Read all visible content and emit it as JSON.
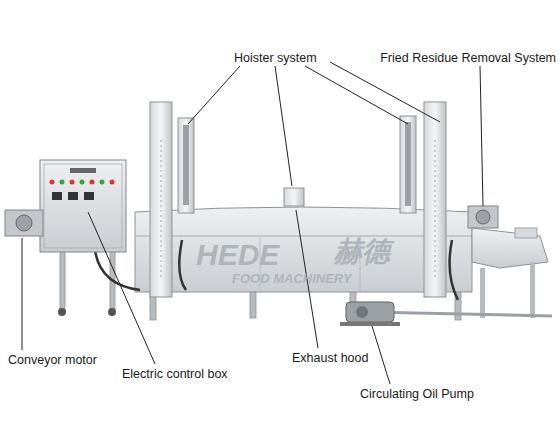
{
  "diagram": {
    "labels": [
      "Hoister system",
      "Fried Residue Removal System",
      "Conveyor motor",
      "Electric control box",
      "Exhaust hood",
      "Circulating Oil Pump",
      "HEDE",
      "赫德",
      "FOOD MACHINERY"
    ]
  }
}
